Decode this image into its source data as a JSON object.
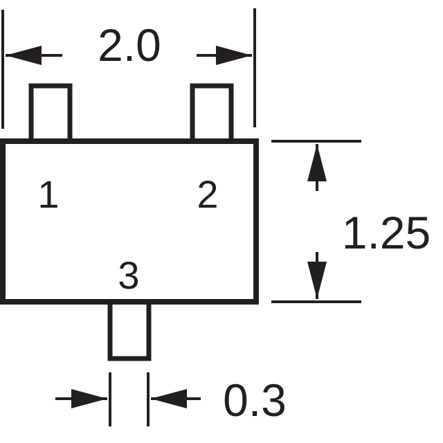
{
  "colors": {
    "ink": "#231f20",
    "background": "#ffffff"
  },
  "dimensions": {
    "width": "2.0",
    "height": "1.25",
    "lead_width": "0.3"
  },
  "pins": {
    "pin1": "1",
    "pin2": "2",
    "pin3": "3"
  }
}
